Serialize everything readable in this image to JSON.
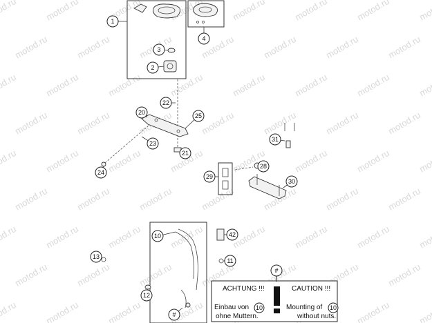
{
  "watermark": "motod.ru",
  "callouts": [
    {
      "id": "c1",
      "label": "1"
    },
    {
      "id": "c2",
      "label": "2"
    },
    {
      "id": "c3",
      "label": "3"
    },
    {
      "id": "c4",
      "label": "4"
    },
    {
      "id": "c10",
      "label": "10"
    },
    {
      "id": "c11",
      "label": "11"
    },
    {
      "id": "c12",
      "label": "12"
    },
    {
      "id": "c13",
      "label": "13"
    },
    {
      "id": "c20",
      "label": "20"
    },
    {
      "id": "c21",
      "label": "21"
    },
    {
      "id": "c22",
      "label": "22"
    },
    {
      "id": "c23",
      "label": "23"
    },
    {
      "id": "c24",
      "label": "24"
    },
    {
      "id": "c25",
      "label": "25"
    },
    {
      "id": "c28",
      "label": "28"
    },
    {
      "id": "c29",
      "label": "29"
    },
    {
      "id": "c30",
      "label": "30"
    },
    {
      "id": "c31",
      "label": "31"
    },
    {
      "id": "c42",
      "label": "42"
    },
    {
      "id": "chash1",
      "label": "#"
    },
    {
      "id": "chash2",
      "label": "#"
    }
  ],
  "notice": {
    "de_title": "ACHTUNG !!!",
    "en_title": "CAUTION !!!",
    "de_line1_pre": "Einbau von",
    "de_line1_ref": "10",
    "de_line2": "ohne Muttern.",
    "en_line1_pre": "Mounting of",
    "en_line1_ref": "10",
    "en_line2": "without nuts.",
    "exclamation": "!"
  }
}
